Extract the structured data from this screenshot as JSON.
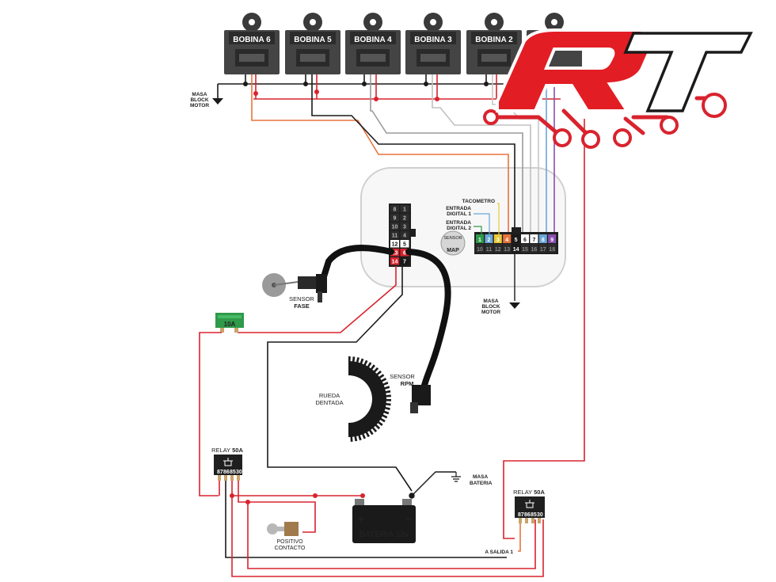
{
  "coils": [
    "BOBINA 6",
    "BOBINA 5",
    "BOBINA 4",
    "BOBINA 3",
    "BOBINA 2"
  ],
  "labels": {
    "masa_block_motor_top": [
      "MASA",
      "BLOCK",
      "MOTOR"
    ],
    "masa_block_motor_ecu": [
      "MASA",
      "BLOCK",
      "MOTOR"
    ],
    "tacometro": "TACOMETRO",
    "entrada_digital_1": [
      "ENTRADA",
      "DIGITAL 1"
    ],
    "entrada_digital_2": [
      "ENTRADA",
      "DIGITAL 2"
    ],
    "sensor_map": [
      "SENSOR",
      "MAP"
    ],
    "sensor_fase": [
      "SENSOR",
      "FASE"
    ],
    "sensor_rpm": [
      "SENSOR",
      "RPM"
    ],
    "rueda_dentada": [
      "RUEDA",
      "DENTADA"
    ],
    "fuse": "10A",
    "relay_left": {
      "prefix": "RELAY ",
      "rating": "50A"
    },
    "relay_right": {
      "prefix": "RELAY ",
      "rating": "50A"
    },
    "relay_pins": [
      "87",
      "86",
      "85",
      "30"
    ],
    "masa_bateria": [
      "MASA",
      "BATERIA"
    ],
    "positivo_contacto": [
      "POSITIVO",
      "CONTACTO"
    ],
    "bateria": "BATERIA 12v",
    "bateria_plus": "+",
    "bateria_minus": "−",
    "a_salida": "A SALIDA 1"
  },
  "connector_small": {
    "rows": [
      [
        "8",
        "1"
      ],
      [
        "9",
        "2"
      ],
      [
        "10",
        "3"
      ],
      [
        "11",
        "4"
      ],
      [
        "12",
        "5"
      ],
      [
        "13",
        "6"
      ],
      [
        "14",
        "7"
      ]
    ]
  },
  "connector_ecu": {
    "top": [
      "1",
      "2",
      "3",
      "4",
      "5",
      "6",
      "7",
      "8",
      "9"
    ],
    "bottom": [
      "10",
      "11",
      "12",
      "13",
      "14",
      "15",
      "16",
      "17",
      "18"
    ]
  },
  "colors": {
    "red_wire": "#d9232e",
    "orange_wire": "#e8743b",
    "black_wire": "#1a1a1a",
    "grey_wire": "#bfbfbf",
    "logo_red": "#e21d24",
    "coil_dark": "#3a3a3a",
    "fuse_green": "#2e9a4a"
  },
  "logo": {
    "text": "RT"
  }
}
